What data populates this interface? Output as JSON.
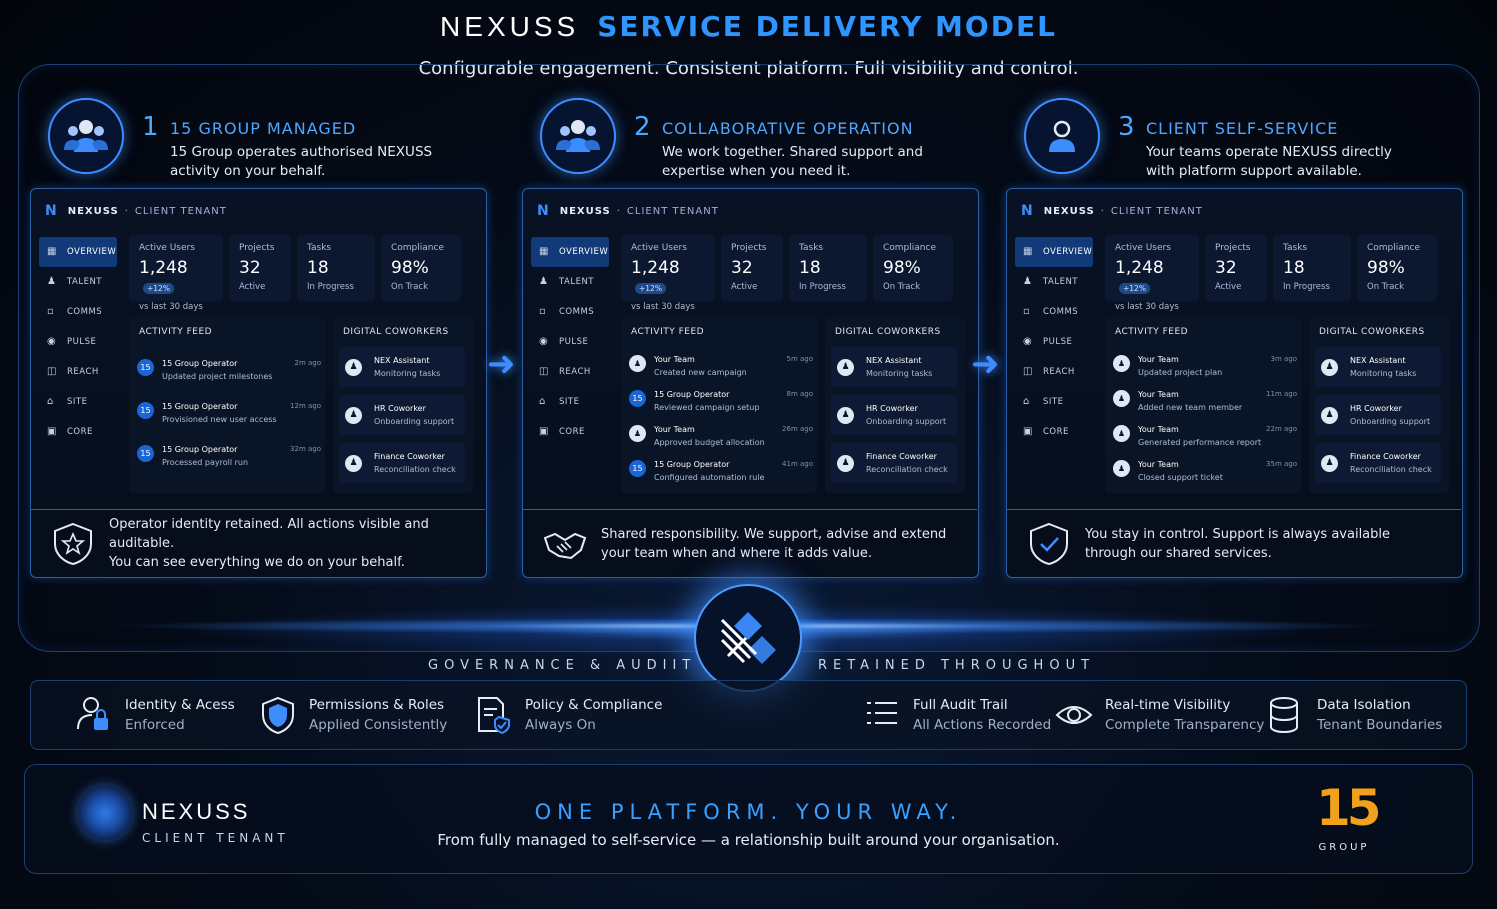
{
  "header": {
    "brand": "NEXUSS",
    "title": "SERVICE DELIVERY MODEL",
    "subtitle": "Configurable engagement. Consistent platform. Full visibility and control."
  },
  "models": [
    {
      "number": "1",
      "title": "15 GROUP MANAGED",
      "desc1": "15 Group operates authorised NEXUSS",
      "desc2": "activity on your behalf.",
      "footer1": "Operator identity retained. All actions visible and auditable.",
      "footer2": "You can see everything we do on your behalf.",
      "feed": [
        {
          "avatar": "15",
          "name": "15 Group Operator",
          "detail": "Updated project milestones",
          "time": "2m ago"
        },
        {
          "avatar": "15",
          "name": "15 Group Operator",
          "detail": "Provisioned new user access",
          "time": "12m ago"
        },
        {
          "avatar": "15",
          "name": "15 Group Operator",
          "detail": "Processed payroll run",
          "time": "32m ago"
        }
      ]
    },
    {
      "number": "2",
      "title": "COLLABORATIVE OPERATION",
      "desc1": "We work together. Shared support and",
      "desc2": "expertise when you need it.",
      "footer1": "Shared responsibility. We support, advise and extend",
      "footer2": "your team when and where it adds value.",
      "feed": [
        {
          "avatar": "user",
          "name": "Your Team",
          "detail": "Created new campaign",
          "time": "5m ago"
        },
        {
          "avatar": "15",
          "name": "15 Group Operator",
          "detail": "Reviewed campaign setup",
          "time": "8m ago"
        },
        {
          "avatar": "user",
          "name": "Your Team",
          "detail": "Approved budget allocation",
          "time": "26m ago"
        },
        {
          "avatar": "15",
          "name": "15 Group Operator",
          "detail": "Configured automation rule",
          "time": "41m ago"
        }
      ]
    },
    {
      "number": "3",
      "title": "CLIENT SELF-SERVICE",
      "desc1": "Your teams operate NEXUSS directly",
      "desc2": "with platform support available.",
      "footer1": "You stay in control. Support is always available",
      "footer2": "through our shared services.",
      "feed": [
        {
          "avatar": "user",
          "name": "Your Team",
          "detail": "Updated project plan",
          "time": "3m ago"
        },
        {
          "avatar": "user",
          "name": "Your Team",
          "detail": "Added new team member",
          "time": "11m ago"
        },
        {
          "avatar": "user",
          "name": "Your Team",
          "detail": "Generated performance report",
          "time": "22m ago"
        },
        {
          "avatar": "user",
          "name": "Your Team",
          "detail": "Closed support ticket",
          "time": "35m ago"
        }
      ]
    }
  ],
  "panel": {
    "logo": "N",
    "brand": "NEXUSS",
    "tenant": "CLIENT TENANT",
    "nav": [
      {
        "icon": "grid-icon",
        "label": "OVERVIEW",
        "active": true
      },
      {
        "icon": "people-icon",
        "label": "TALENT"
      },
      {
        "icon": "chat-icon",
        "label": "COMMS"
      },
      {
        "icon": "pulse-icon",
        "label": "PULSE"
      },
      {
        "icon": "megaphone-icon",
        "label": "REACH"
      },
      {
        "icon": "building-icon",
        "label": "SITE"
      },
      {
        "icon": "core-icon",
        "label": "CORE"
      }
    ],
    "stats": [
      {
        "label": "Active Users",
        "value": "1,248",
        "badge": "+12%",
        "sub": "vs last 30 days"
      },
      {
        "label": "Projects",
        "value": "32",
        "sub": "Active"
      },
      {
        "label": "Tasks",
        "value": "18",
        "sub": "In Progress"
      },
      {
        "label": "Compliance",
        "value": "98%",
        "sub": "On Track"
      }
    ],
    "feed_title": "ACTIVITY FEED",
    "coworkers_title": "DIGITAL COWORKERS",
    "coworkers": [
      {
        "name": "NEX Assistant",
        "detail": "Monitoring tasks"
      },
      {
        "name": "HR Coworker",
        "detail": "Onboarding support"
      },
      {
        "name": "Finance Coworker",
        "detail": "Reconciliation check"
      }
    ]
  },
  "governance": {
    "left": "GOVERNANCE & AUDIIT",
    "right": "RETAINED THROUGHOUT",
    "items": [
      {
        "icon": "identity-lock-icon",
        "t1": "Identity & Acess",
        "t2": "Enforced"
      },
      {
        "icon": "shield-icon",
        "t1": "Permissions & Roles",
        "t2": "Applied Consistently"
      },
      {
        "icon": "policy-doc-icon",
        "t1": "Policy & Compliance",
        "t2": "Always On"
      },
      {
        "icon": "list-icon",
        "t1": "Full Audit Trail",
        "t2": "All Actions Recorded"
      },
      {
        "icon": "eye-icon",
        "t1": "Real-time Visibility",
        "t2": "Complete Transparency"
      },
      {
        "icon": "database-icon",
        "t1": "Data Isolation",
        "t2": "Tenant Boundaries"
      }
    ]
  },
  "footer": {
    "brand": "NEXUSS",
    "tenant": "CLIENT TENANT",
    "tagline": "ONE PLATFORM. YOUR WAY.",
    "tagline_sub": "From fully managed to self-service — a relationship built around your organisation.",
    "group_logo": "15",
    "group_label": "GROUP"
  },
  "colors": {
    "accent": "#3aa0ff",
    "frame": "#1c3f70",
    "panel_border": "#2a5fa8",
    "gold": "#f0a21a"
  }
}
